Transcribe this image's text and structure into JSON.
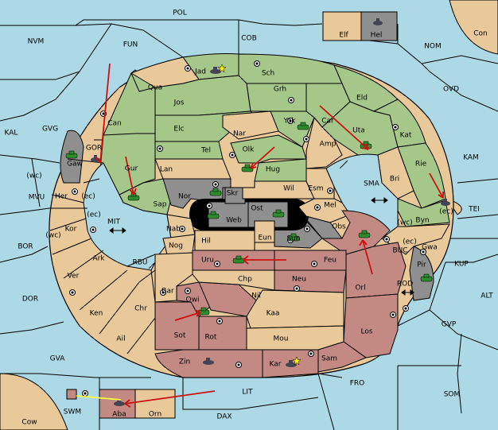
{
  "map": {
    "colors": {
      "sea": "#add8e6",
      "neutral": "#e9c99a",
      "green": "#a5c88a",
      "red": "#c38a84",
      "gray": "#8f8f8f",
      "order": "#cc1010",
      "convoy": "#ffff40"
    },
    "sea_labels": [
      "POL",
      "FUN",
      "NVM",
      "COB",
      "NOM",
      "Con",
      "OVD",
      "KAL",
      "GVG",
      "KAM",
      "MVU",
      "BOR",
      "TEI",
      "ALT",
      "KUP",
      "DOR",
      "GVP",
      "GVA",
      "FRO",
      "SOM",
      "LIT",
      "DAX",
      "SWM",
      "Cow",
      "SMA",
      "MIT",
      "RBU",
      "BUC",
      "ROD",
      "GOR"
    ],
    "land_labels": [
      "Elf",
      "Hel",
      "Jad",
      "Sch",
      "Qua",
      "Jos",
      "Grh",
      "Eld",
      "Can",
      "Elc",
      "Nar",
      "Yok",
      "Car",
      "Uta",
      "Kat",
      "Tel",
      "Olk",
      "Amp",
      "Gaw",
      "Gur",
      "Lan",
      "Hug",
      "Rie",
      "Bri",
      "Nor",
      "Skr",
      "Ost",
      "Wil",
      "Esm",
      "Sap",
      "Web",
      "Mel",
      "Byn",
      "Her",
      "Nab",
      "Eun",
      "Obs",
      "Kor",
      "Sun",
      "Gwa",
      "Ark",
      "Nog",
      "Hil",
      "Uru",
      "Feu",
      "Pir",
      "Ver",
      "Chp",
      "Neu",
      "Bar",
      "Qwi",
      "Nil",
      "Orl",
      "Ken",
      "Chr",
      "Kaa",
      "Ail",
      "Sot",
      "Rot",
      "Mou",
      "Los",
      "Zin",
      "Kar",
      "Sam",
      "Aba",
      "Orn"
    ],
    "coast_markers": [
      "(wc)",
      "(ec)",
      "(ec)",
      "(wc)",
      "(wc)",
      "(ec)",
      "(ec)"
    ]
  }
}
